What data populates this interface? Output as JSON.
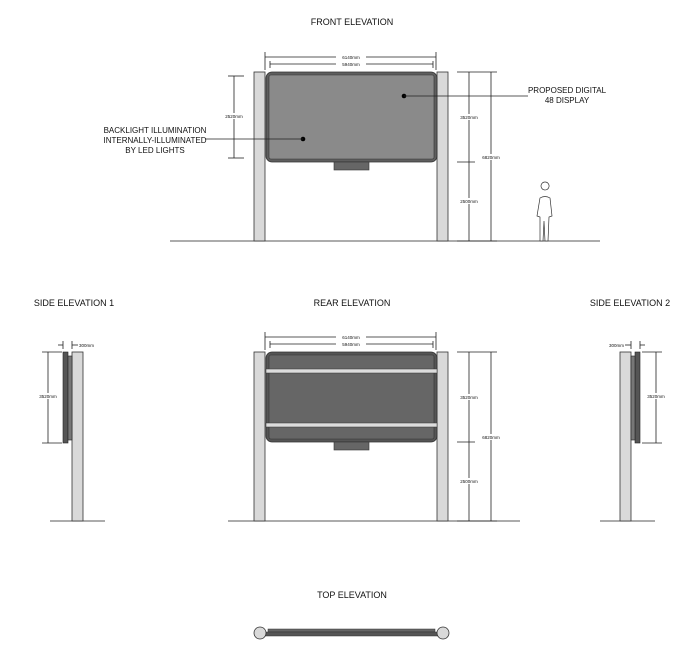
{
  "titles": {
    "front": "FRONT ELEVATION",
    "side1": "SIDE ELEVATION 1",
    "rear": "REAR ELEVATION",
    "side2": "SIDE ELEVATION 2",
    "top": "TOP ELEVATION"
  },
  "notes": {
    "display": [
      "PROPOSED DIGITAL",
      "48 DISPLAY"
    ],
    "illumination": [
      "BACKLIGHT ILLUMINATION",
      "INTERNALLY-ILLUMINATED",
      "BY LED LIGHTS"
    ]
  },
  "dimensions": {
    "overall_width": "6140mm",
    "panel_width": "5940mm",
    "panel_height_left": "2520mm",
    "panel_height": "3520mm",
    "clearance": "2500mm",
    "overall_height": "6820mm",
    "depth": "300mm"
  },
  "colors": {
    "front_panel": "#8a8a8a",
    "rear_panel": "#666666",
    "post": "#d9d9d9"
  }
}
